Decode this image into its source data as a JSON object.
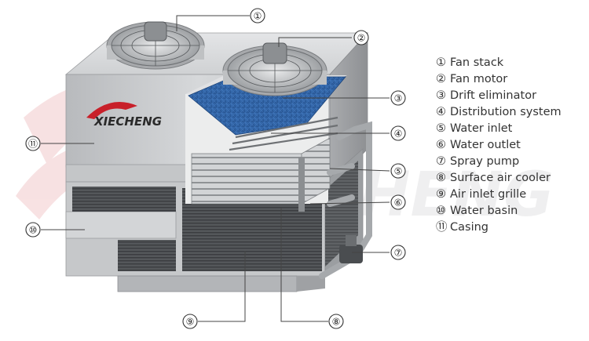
{
  "brand": {
    "name": "XIECHENG",
    "watermark_text": "CHENG"
  },
  "callouts": [
    {
      "num": "①",
      "label": "Fan stack"
    },
    {
      "num": "②",
      "label": "Fan motor"
    },
    {
      "num": "③",
      "label": "Drift eliminator"
    },
    {
      "num": "④",
      "label": "Distribution system"
    },
    {
      "num": "⑤",
      "label": "Water inlet"
    },
    {
      "num": "⑥",
      "label": "Water outlet"
    },
    {
      "num": "⑦",
      "label": "Spray pump"
    },
    {
      "num": "⑧",
      "label": "Surface air cooler"
    },
    {
      "num": "⑨",
      "label": "Air inlet grille"
    },
    {
      "num": "⑩",
      "label": "Water basin"
    },
    {
      "num": "⑪",
      "label": "Casing"
    }
  ],
  "colors": {
    "casing": "#c9cbcd",
    "drift_eliminator": "#2f5f9e",
    "grille": "#4a4d50",
    "accent_red": "#c8202a"
  },
  "icons": [
    "fan-icon",
    "logo-icon"
  ]
}
